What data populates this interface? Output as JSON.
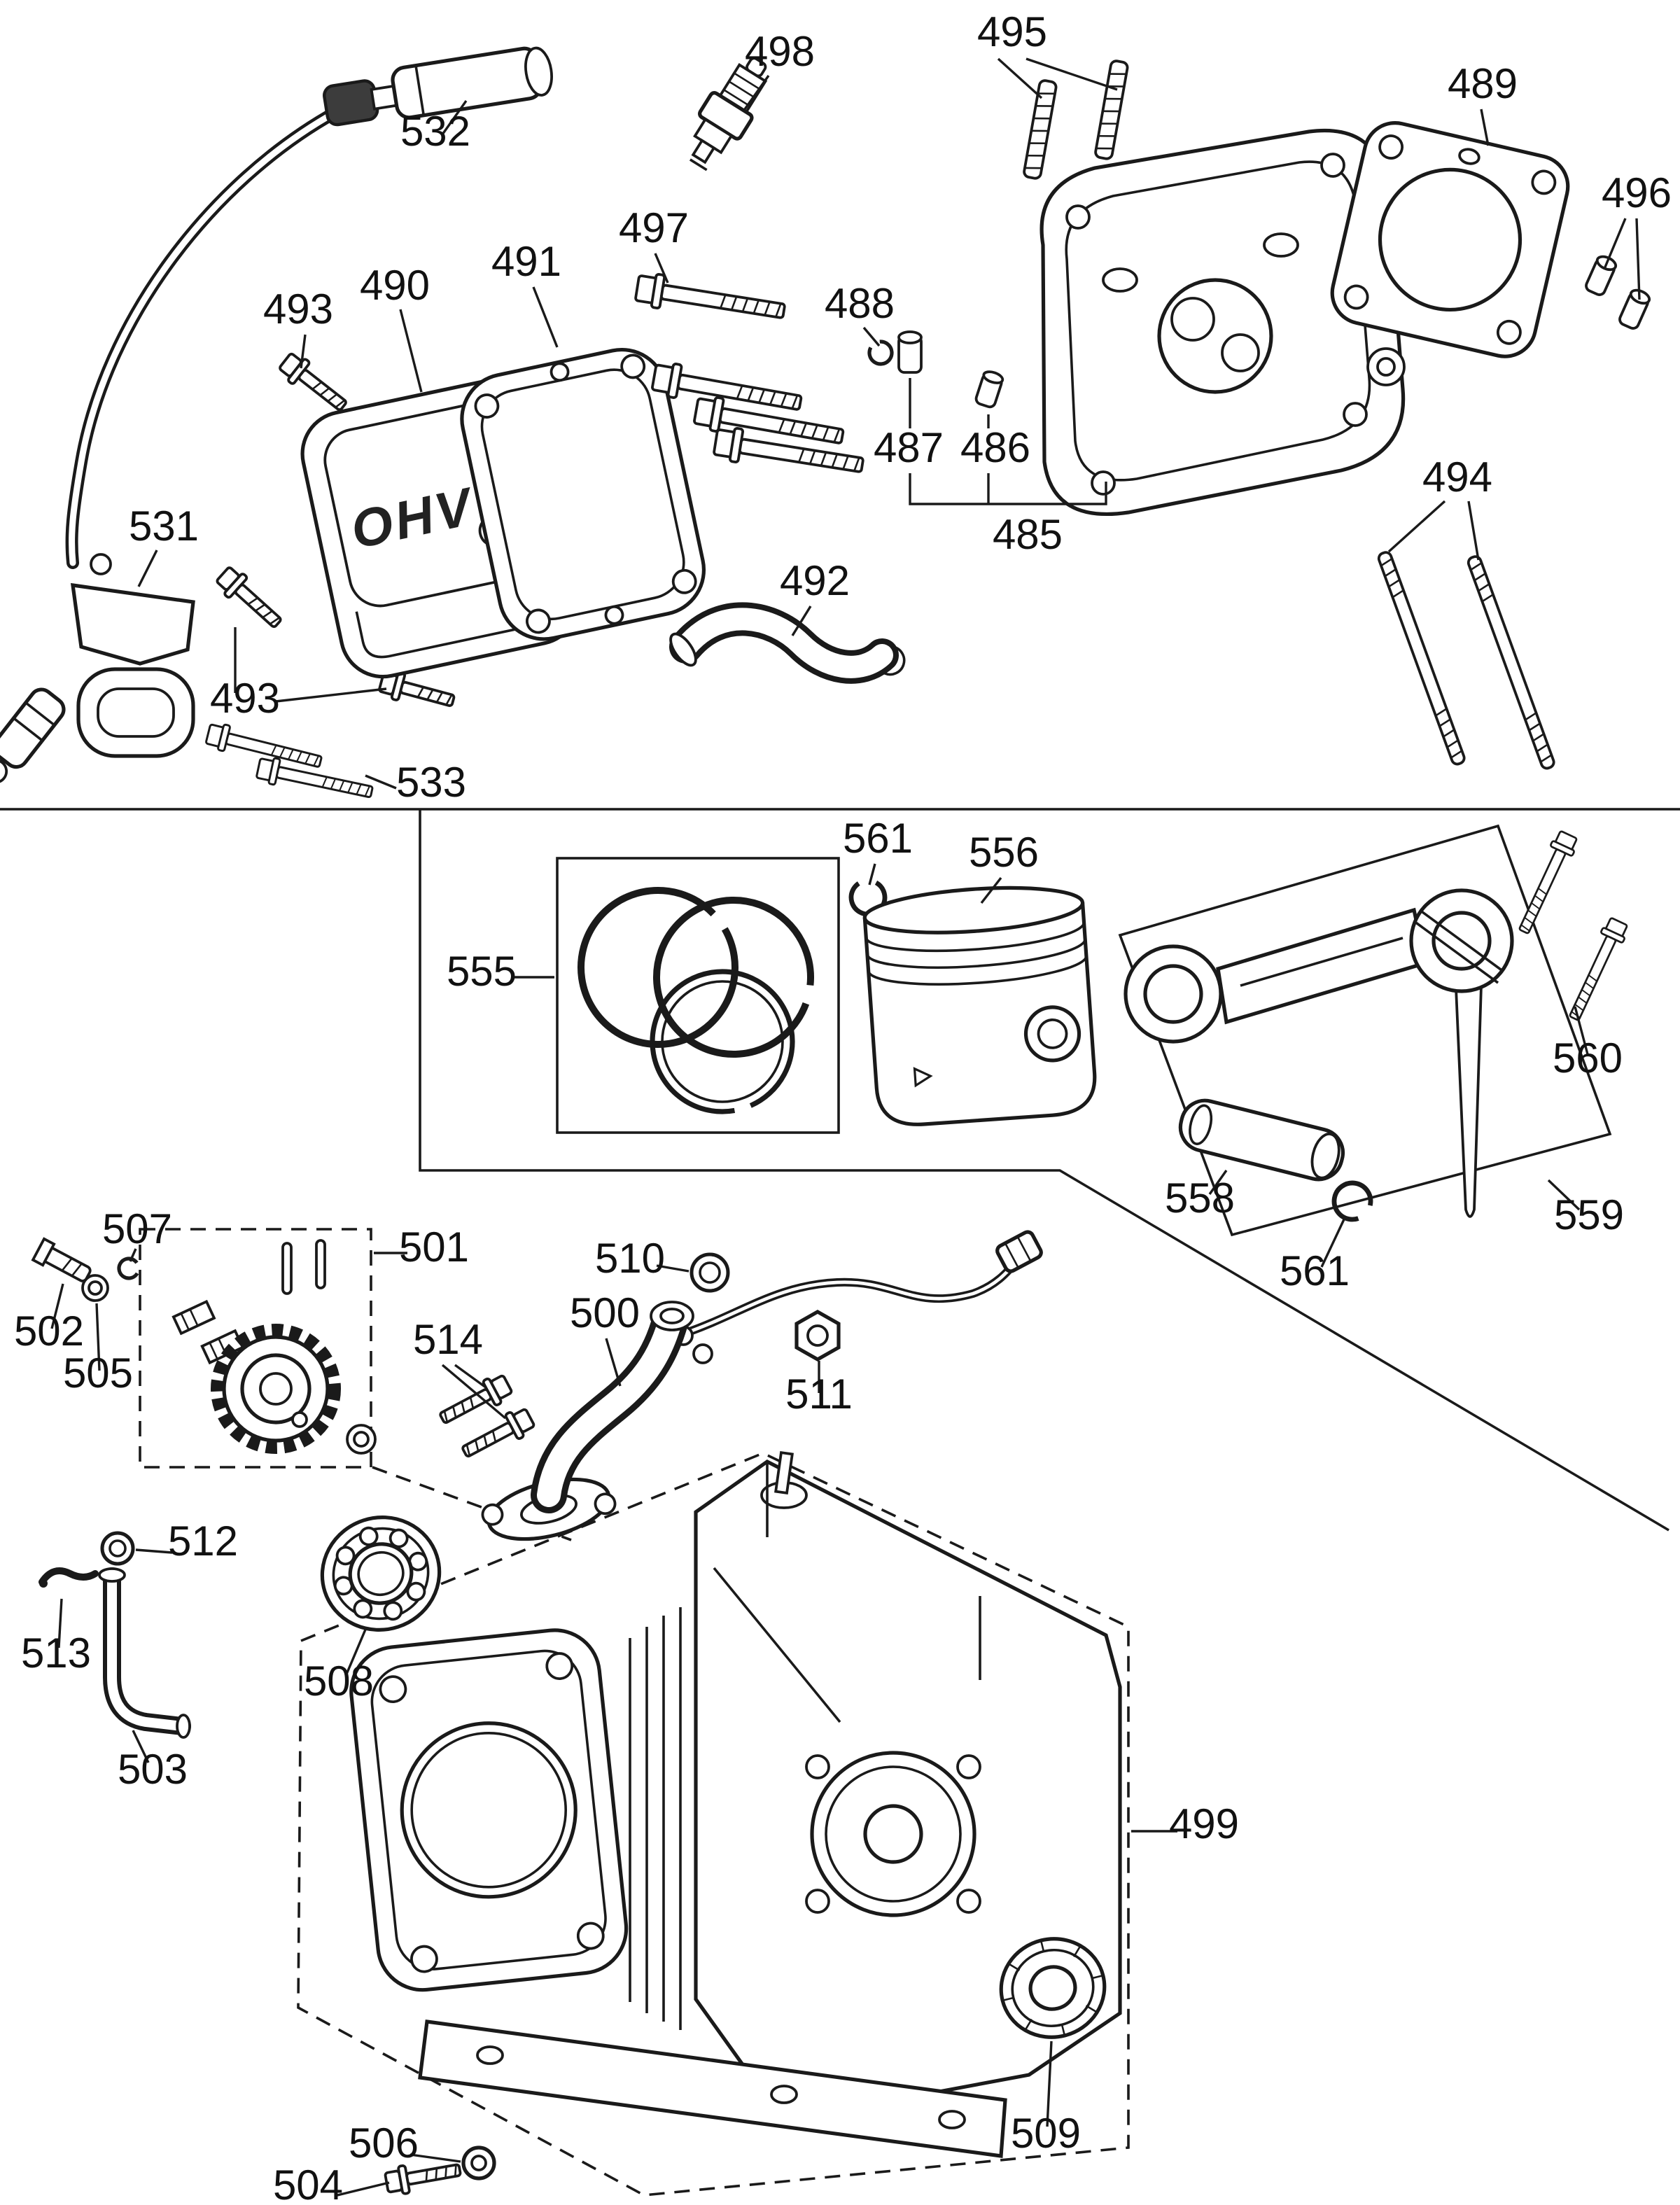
{
  "page": {
    "background": "#ffffff",
    "line_color": "#1a1a1a"
  },
  "diagram": {
    "type": "exploded-parts-diagram",
    "cover_text": "OHV",
    "labels": {
      "485": "485",
      "486": "486",
      "487": "487",
      "488": "488",
      "489": "489",
      "490": "490",
      "491": "491",
      "492": "492",
      "493": "493",
      "494": "494",
      "495": "495",
      "496": "496",
      "497": "497",
      "498": "498",
      "499": "499",
      "500": "500",
      "501": "501",
      "502": "502",
      "503": "503",
      "504": "504",
      "505": "505",
      "506": "506",
      "507": "507",
      "508": "508",
      "509": "509",
      "510": "510",
      "511": "511",
      "512": "512",
      "513": "513",
      "514": "514",
      "531": "531",
      "532": "532",
      "533": "533",
      "555": "555",
      "556": "556",
      "558": "558",
      "559": "559",
      "560": "560",
      "561": "561"
    }
  }
}
